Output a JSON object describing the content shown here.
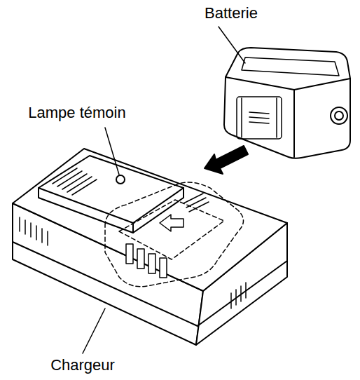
{
  "diagram": {
    "labels": [
      "Batterie",
      "Lampe témoin",
      "Chargeur"
    ]
  }
}
